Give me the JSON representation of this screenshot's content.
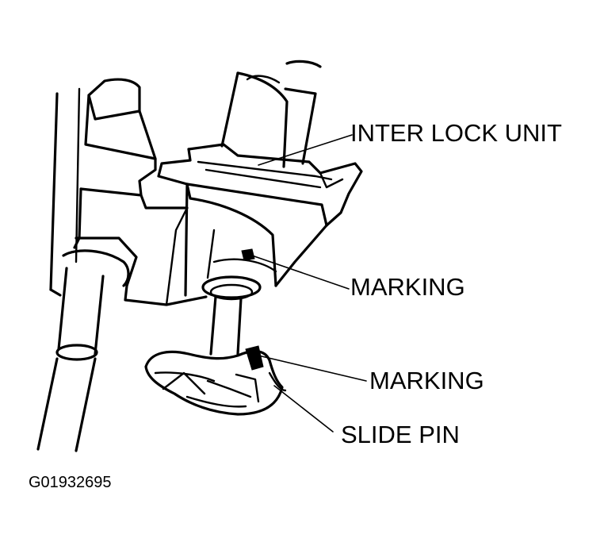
{
  "diagram": {
    "callouts": {
      "interlock_unit": "INTER LOCK UNIT",
      "marking_upper": "MARKING",
      "marking_lower": "MARKING",
      "slide_pin": "SLIDE PIN"
    },
    "figure_id": "G01932695"
  }
}
